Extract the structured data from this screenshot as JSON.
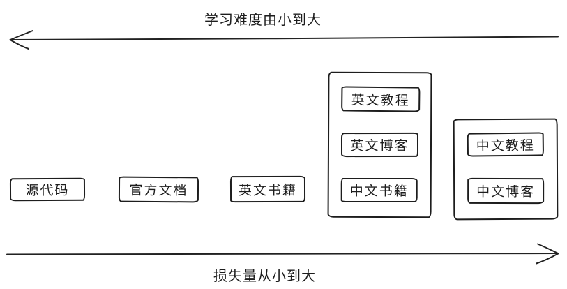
{
  "diagram": {
    "top_axis": {
      "label": "学习难度由小到大",
      "direction": "left"
    },
    "bottom_axis": {
      "label": "损失量从小到大",
      "direction": "right"
    },
    "nodes": [
      {
        "label": "源代码"
      },
      {
        "label": "官方文档"
      },
      {
        "label": "英文书籍"
      }
    ],
    "groups": [
      {
        "items": [
          {
            "label": "英文教程"
          },
          {
            "label": "英文博客"
          },
          {
            "label": "中文书籍"
          }
        ]
      },
      {
        "items": [
          {
            "label": "中文教程"
          },
          {
            "label": "中文博客"
          }
        ]
      }
    ],
    "colors": {
      "stroke": "#1d1d1d",
      "background": "#ffffff"
    }
  }
}
